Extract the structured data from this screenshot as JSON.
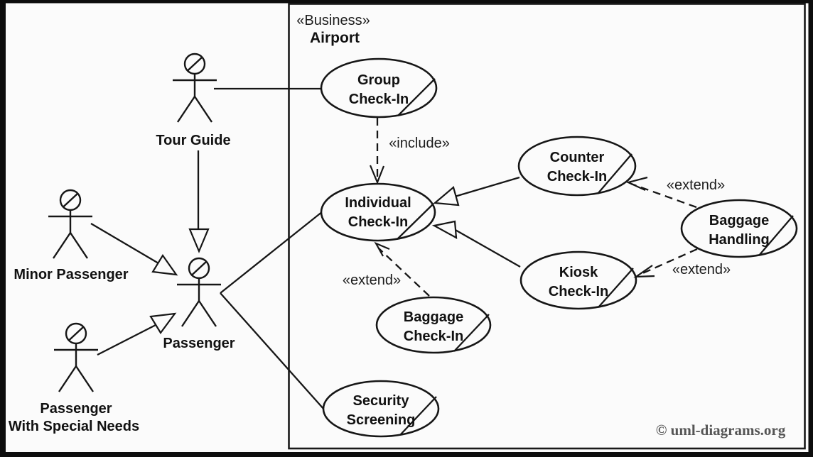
{
  "diagram": {
    "subject": {
      "stereotype": "«Business»",
      "name": "Airport"
    },
    "actors": {
      "tour_guide": {
        "label": "Tour Guide"
      },
      "minor_passenger": {
        "label": "Minor Passenger"
      },
      "passenger": {
        "label": "Passenger"
      },
      "special_needs": {
        "label_line1": "Passenger",
        "label_line2": "With Special Needs"
      }
    },
    "use_cases": {
      "group": {
        "line1": "Group",
        "line2": "Check-In"
      },
      "individual": {
        "line1": "Individual",
        "line2": "Check-In"
      },
      "counter": {
        "line1": "Counter",
        "line2": "Check-In"
      },
      "baggage_handling": {
        "line1": "Baggage",
        "line2": "Handling"
      },
      "kiosk": {
        "line1": "Kiosk",
        "line2": "Check-In"
      },
      "baggage_check_in": {
        "line1": "Baggage",
        "line2": "Check-In"
      },
      "security": {
        "line1": "Security",
        "line2": "Screening"
      }
    },
    "stereotype_labels": {
      "include": "«include»",
      "extend_baggage_check_in": "«extend»",
      "extend_counter": "«extend»",
      "extend_kiosk": "«extend»"
    },
    "copyright": "© uml-diagrams.org"
  }
}
